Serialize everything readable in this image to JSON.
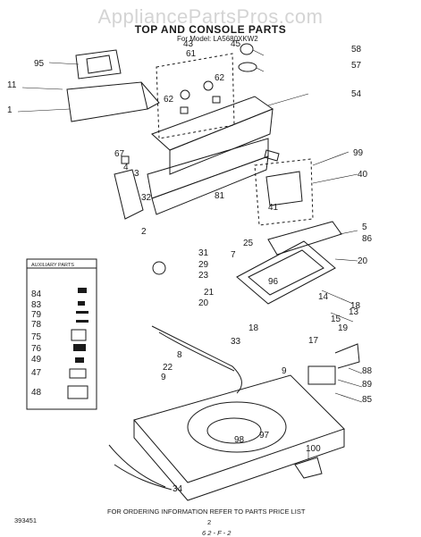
{
  "watermark": "AppliancePartsPros.com",
  "title": "TOP AND CONSOLE PARTS",
  "model_line": "For Model: LA5680XKW2",
  "aux_header": "AUXILIARY PARTS",
  "footer_note": "FOR ORDERING INFORMATION REFER TO PARTS PRICE LIST",
  "page_number": "2",
  "doc_code": "393451",
  "handwritten": "6 2 - F - 2",
  "callouts": [
    "95",
    "43",
    "61",
    "45",
    "58",
    "57",
    "11",
    "62",
    "62",
    "54",
    "1",
    "67",
    "4",
    "3",
    "99",
    "40",
    "32",
    "81",
    "5",
    "86",
    "41",
    "2",
    "25",
    "84",
    "31",
    "29",
    "23",
    "7",
    "20",
    "83",
    "79",
    "96",
    "78",
    "75",
    "76",
    "49",
    "47",
    "48",
    "21",
    "20",
    "18",
    "18",
    "13",
    "14",
    "15",
    "19",
    "17",
    "33",
    "8",
    "9",
    "22",
    "9",
    "88",
    "89",
    "85",
    "98",
    "97",
    "100",
    "34"
  ]
}
